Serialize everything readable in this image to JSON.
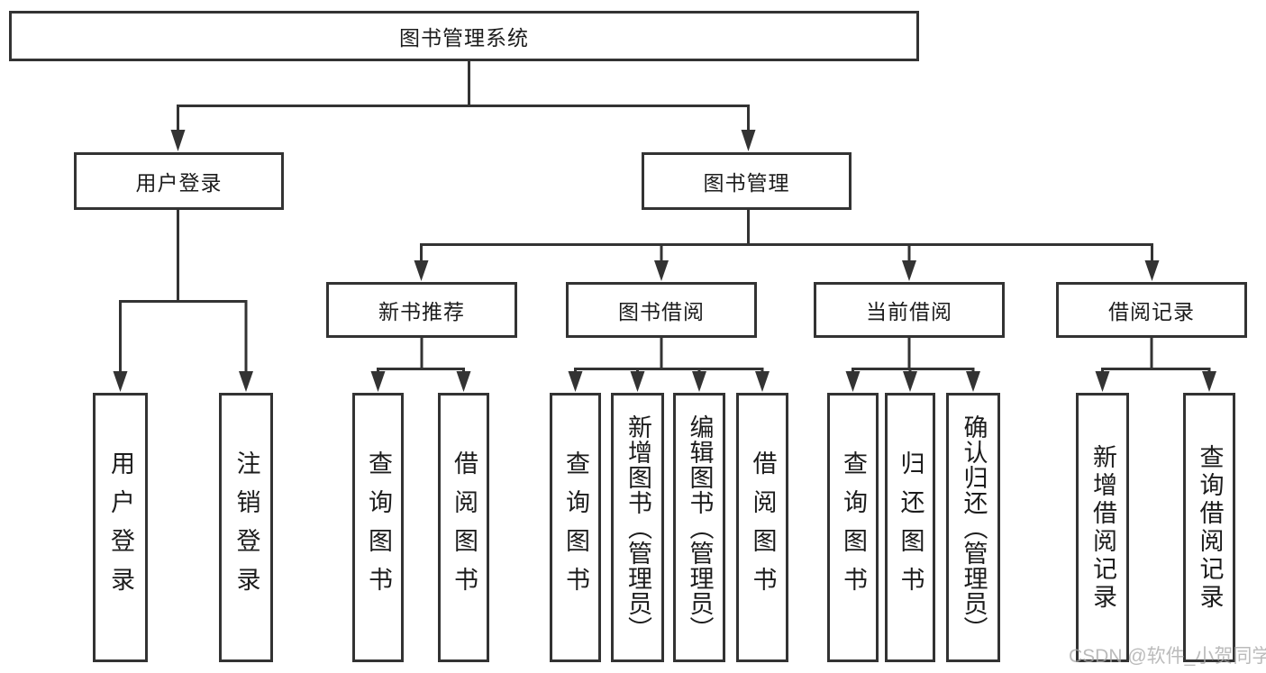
{
  "diagram": {
    "type": "tree",
    "root": {
      "label": "图书管理系统"
    },
    "children": [
      {
        "label": "用户登录",
        "children": [
          {
            "label": "用户登录"
          },
          {
            "label": "注销登录"
          }
        ]
      },
      {
        "label": "图书管理",
        "children": [
          {
            "label": "新书推荐",
            "children": [
              {
                "label": "查询图书"
              },
              {
                "label": "借阅图书"
              }
            ]
          },
          {
            "label": "图书借阅",
            "children": [
              {
                "label": "查询图书"
              },
              {
                "label": "新增图书（管理员）"
              },
              {
                "label": "编辑图书（管理员）"
              },
              {
                "label": "借阅图书"
              }
            ]
          },
          {
            "label": "当前借阅",
            "children": [
              {
                "label": "查询图书"
              },
              {
                "label": "归还图书"
              },
              {
                "label": "确认归还（管理员）"
              }
            ]
          },
          {
            "label": "借阅记录",
            "children": [
              {
                "label": "新增借阅记录"
              },
              {
                "label": "查询借阅记录"
              }
            ]
          }
        ]
      }
    ]
  },
  "watermark": {
    "text": "CSDN @软件_小贺同学"
  },
  "colors": {
    "line": "#333333",
    "text": "#1c1c1c",
    "watermark": "#a8a8a8",
    "background": "#ffffff"
  }
}
